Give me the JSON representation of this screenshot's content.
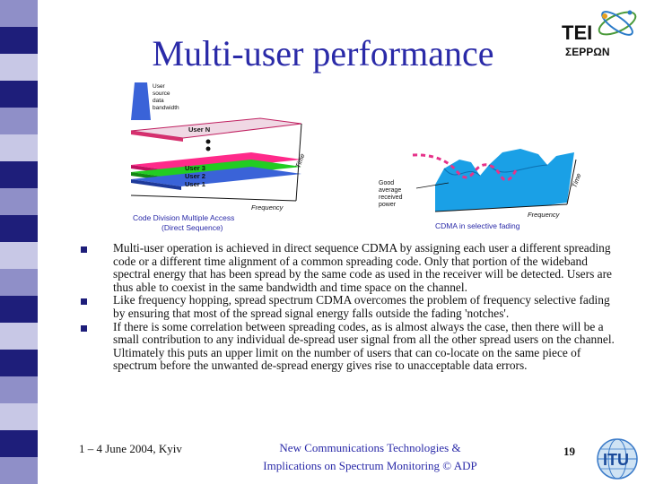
{
  "slide": {
    "title": "Multi-user performance",
    "logo_tei": {
      "line1": "TEI",
      "line2": "ΣΕΡΡΩΝ"
    },
    "figure": {
      "left": {
        "legend_box": [
          "User",
          "source",
          "data",
          "bandwidth"
        ],
        "user_n": "User N",
        "user_3": "User 3",
        "user_2": "User 2",
        "user_1": "User 1",
        "time": "Time",
        "frequency": "Frequency",
        "caption_line1": "Code Division Multiple Access",
        "caption_line2": "(Direct Sequence)"
      },
      "right": {
        "power_label": [
          "Good",
          "average",
          "received",
          "power"
        ],
        "time": "Time",
        "frequency": "Frequency",
        "caption": "CDMA in selective fading"
      },
      "colors": {
        "user_n": "#d6306e",
        "user_3": "#ff2a8a",
        "user_2": "#22cc22",
        "user_1": "#3a63d8",
        "fading": "#1aa0e6",
        "dashed": "#e6338a"
      }
    },
    "bullets": [
      "Multi-user operation is achieved in direct sequence CDMA by assigning each user a different spreading code or a different time alignment of a common spreading code. Only that portion of the wideband spectral energy that has been spread by the same code as used in the receiver will be detected. Users are thus able to coexist in the same bandwidth and time space on the channel.",
      "Like frequency hopping, spread spectrum CDMA overcomes the problem of frequency selective fading by ensuring that most of the spread signal energy falls outside the fading 'notches'.",
      "If there is some correlation between spreading codes, as is almost always the case, then there will be a small contribution to any individual de-spread user signal from all the other spread users on the channel. Ultimately this puts an upper limit on the number of users that can co-locate on the same piece of spectrum before the unwanted de-spread energy gives rise to unacceptable data errors."
    ],
    "footer": {
      "date": "1 – 4 June 2004, Kyiv",
      "center_line1": "New Communications Technologies &",
      "center_line2": "Implications on Spectrum Monitoring  © ADP",
      "page": "19",
      "itu": "ITU"
    }
  }
}
